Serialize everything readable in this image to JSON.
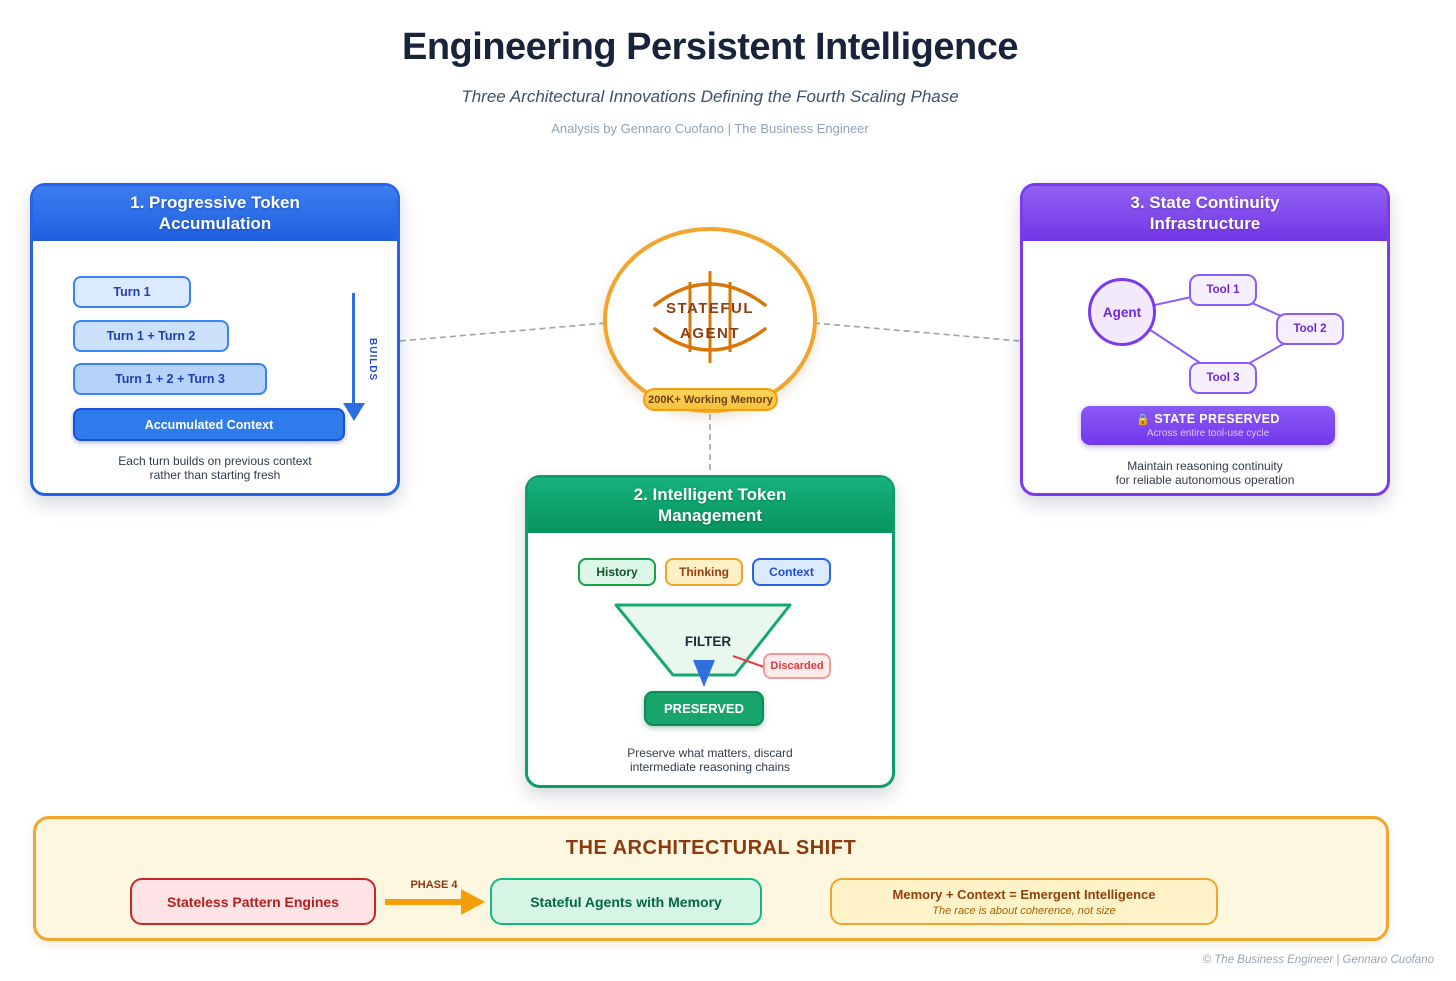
{
  "header": {
    "title": "Engineering Persistent Intelligence",
    "subtitle": "Three Architectural Innovations Defining the Fourth Scaling Phase",
    "byline": "Analysis by Gennaro Cuofano | The Business Engineer"
  },
  "center": {
    "agent_line1": "STATEFUL",
    "agent_line2": "AGENT",
    "badge": "200K+ Working Memory"
  },
  "card1": {
    "title_line1": "1. Progressive Token",
    "title_line2": "Accumulation",
    "turns": [
      "Turn 1",
      "Turn 1 + Turn 2",
      "Turn 1 + 2 + Turn 3"
    ],
    "accumulated_label": "Accumulated Context",
    "arrow_label": "BUILDS",
    "caption_line1": "Each turn builds on previous context",
    "caption_line2": "rather than starting fresh"
  },
  "card2": {
    "title_line1": "2. Intelligent Token",
    "title_line2": "Management",
    "chip_history": "History",
    "chip_thinking": "Thinking",
    "chip_context": "Context",
    "funnel_label": "FILTER",
    "discarded_label": "Discarded",
    "preserved_label": "PRESERVED",
    "caption_line1": "Preserve what matters, discard",
    "caption_line2": "intermediate reasoning chains"
  },
  "card3": {
    "title_line1": "3. State Continuity",
    "title_line2": "Infrastructure",
    "agent_label": "Agent",
    "tool1": "Tool 1",
    "tool2": "Tool 2",
    "tool3": "Tool 3",
    "lock_icon": "🔒",
    "banner_title": "STATE PRESERVED",
    "banner_subtitle": "Across entire tool-use cycle",
    "caption_line1": "Maintain reasoning continuity",
    "caption_line2": "for reliable autonomous operation"
  },
  "shift": {
    "title": "THE ARCHITECTURAL SHIFT",
    "from_label": "Stateless Pattern Engines",
    "arrow_label": "PHASE 4",
    "to_label": "Stateful Agents with Memory",
    "result_title": "Memory + Context = Emergent Intelligence",
    "result_subtitle": "The race is about coherence, not size"
  },
  "footer": {
    "copyright": "© The Business Engineer | Gennaro Cuofano"
  },
  "colors": {
    "blue": "#2563eb",
    "green": "#0e9e6c",
    "purple": "#7c3aed",
    "orange": "#f59e0b",
    "red": "#dc2626",
    "connector_gray": "#9ca3af"
  }
}
